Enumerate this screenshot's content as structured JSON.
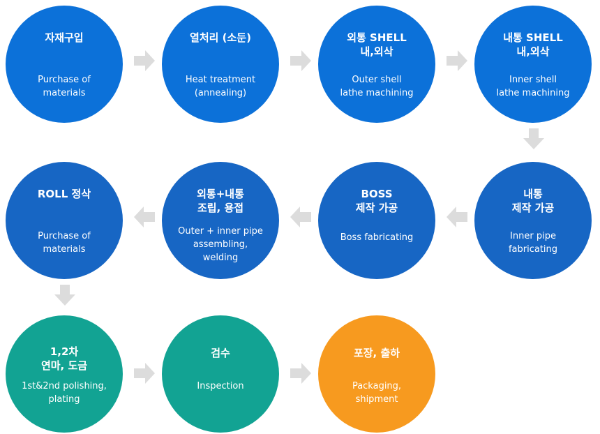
{
  "colors": {
    "blue_bright": "#0c71d9",
    "blue_mid": "#1766c4",
    "teal": "#12a393",
    "orange": "#f79a1f",
    "arrow": "#dcdcdc"
  },
  "steps": [
    {
      "ko": "자재구입",
      "en": "Purchase of\nmaterials"
    },
    {
      "ko": "열처리 (소둔)",
      "en": "Heat treatment\n(annealing)"
    },
    {
      "ko": "외통 SHELL\n내,외삭",
      "en": "Outer shell\nlathe machining"
    },
    {
      "ko": "내통 SHELL\n내,외삭",
      "en": "Inner shell\nlathe machining"
    },
    {
      "ko": "내통\n제작 가공",
      "en": "Inner pipe\nfabricating"
    },
    {
      "ko": "BOSS\n제작 가공",
      "en": "Boss fabricating"
    },
    {
      "ko": "외통+내통\n조립, 용접",
      "en": "Outer + inner pipe\nassembling,\nwelding"
    },
    {
      "ko": "ROLL 정삭",
      "en": "Purchase of\nmaterials"
    },
    {
      "ko": "1,2차\n연마, 도금",
      "en": "1st&2nd polishing,\nplating"
    },
    {
      "ko": "검수",
      "en": "Inspection"
    },
    {
      "ko": "포장, 출하",
      "en": "Packaging,\nshipment"
    }
  ],
  "arrow_icons": [
    "arrow-right-icon",
    "arrow-down-icon",
    "arrow-left-icon"
  ]
}
